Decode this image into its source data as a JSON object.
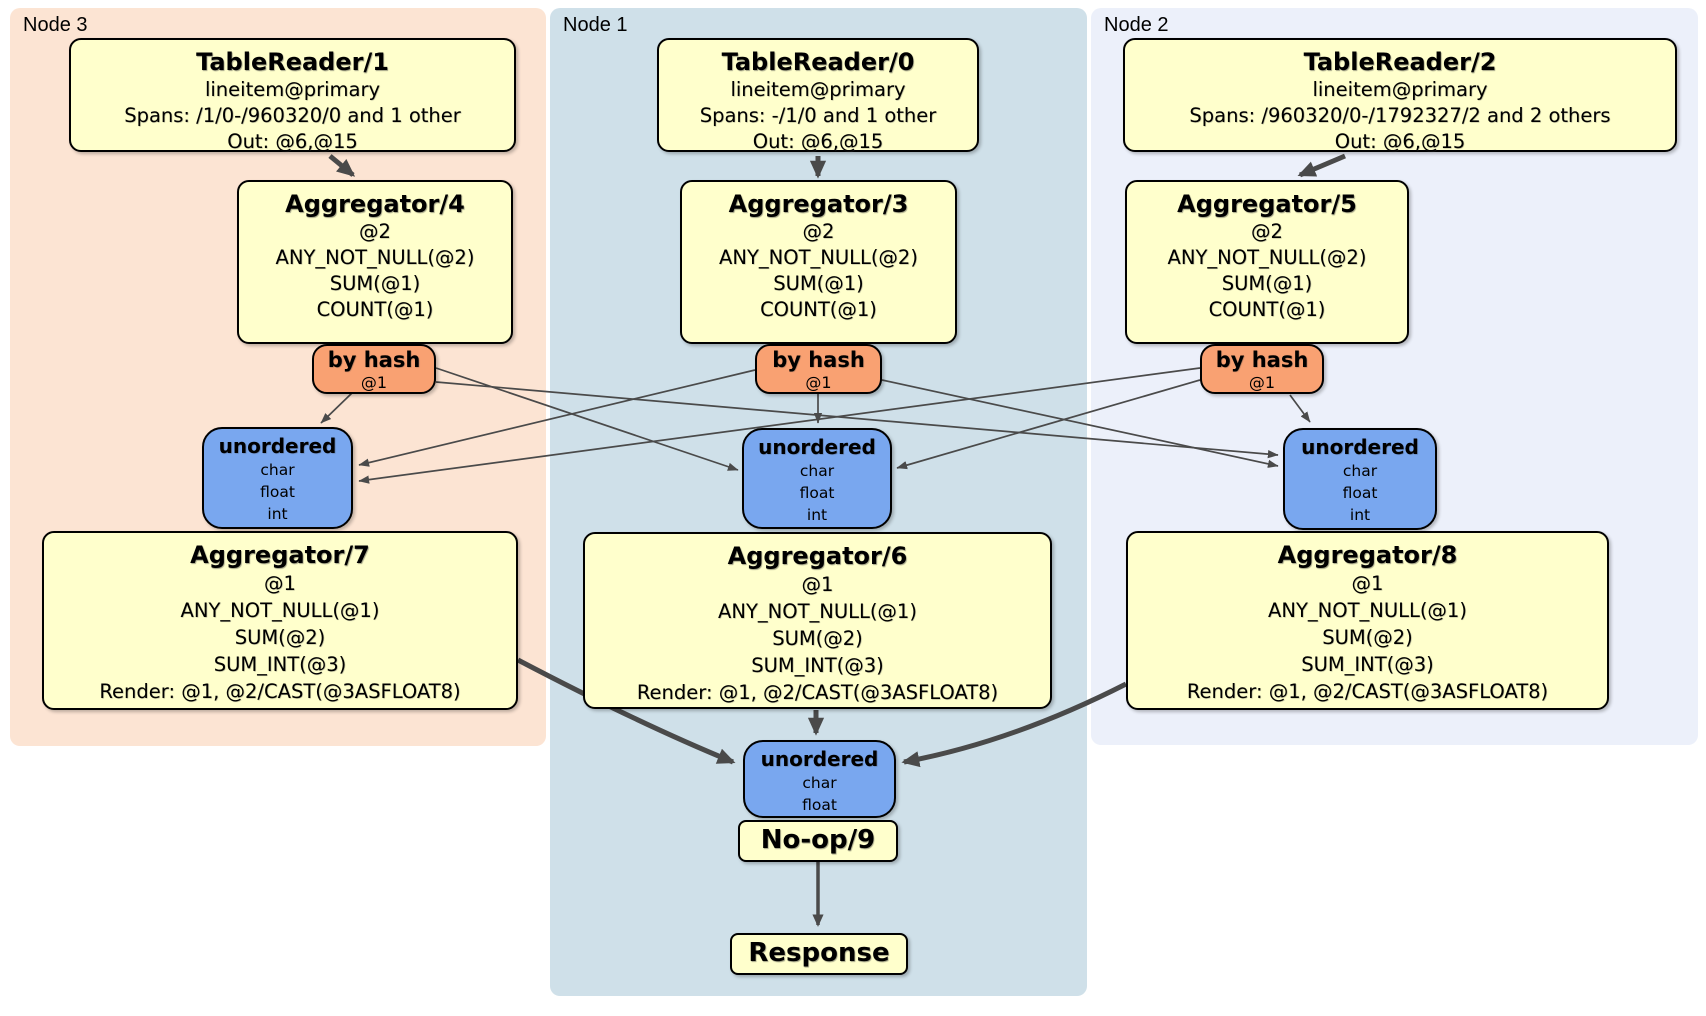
{
  "regions": [
    {
      "id": "node3",
      "label": "Node 3"
    },
    {
      "id": "node1",
      "label": "Node 1"
    },
    {
      "id": "node2",
      "label": "Node 2"
    }
  ],
  "boxes": {
    "tr1": {
      "title": "TableReader/1",
      "lines": [
        "lineitem@primary",
        "Spans: /1/0-/960320/0 and 1 other",
        "Out: @6,@15"
      ]
    },
    "tr0": {
      "title": "TableReader/0",
      "lines": [
        "lineitem@primary",
        "Spans: -/1/0 and 1 other",
        "Out: @6,@15"
      ]
    },
    "tr2": {
      "title": "TableReader/2",
      "lines": [
        "lineitem@primary",
        "Spans: /960320/0-/1792327/2 and 2 others",
        "Out: @6,@15"
      ]
    },
    "agg4": {
      "title": "Aggregator/4",
      "lines": [
        "@2",
        "ANY_NOT_NULL(@2)",
        "SUM(@1)",
        "COUNT(@1)"
      ]
    },
    "agg3": {
      "title": "Aggregator/3",
      "lines": [
        "@2",
        "ANY_NOT_NULL(@2)",
        "SUM(@1)",
        "COUNT(@1)"
      ]
    },
    "agg5": {
      "title": "Aggregator/5",
      "lines": [
        "@2",
        "ANY_NOT_NULL(@2)",
        "SUM(@1)",
        "COUNT(@1)"
      ]
    },
    "byhash3": {
      "title": "by hash",
      "subtitle": "@1"
    },
    "byhash1": {
      "title": "by hash",
      "subtitle": "@1"
    },
    "byhash2": {
      "title": "by hash",
      "subtitle": "@1"
    },
    "unordered3": {
      "title": "unordered",
      "lines": [
        "char",
        "float",
        "int"
      ]
    },
    "unordered1": {
      "title": "unordered",
      "lines": [
        "char",
        "float",
        "int"
      ]
    },
    "unordered2": {
      "title": "unordered",
      "lines": [
        "char",
        "float",
        "int"
      ]
    },
    "agg7": {
      "title": "Aggregator/7",
      "lines": [
        "@1",
        "ANY_NOT_NULL(@1)",
        "SUM(@2)",
        "SUM_INT(@3)",
        "Render: @1, @2/CAST(@3ASFLOAT8)"
      ]
    },
    "agg6": {
      "title": "Aggregator/6",
      "lines": [
        "@1",
        "ANY_NOT_NULL(@1)",
        "SUM(@2)",
        "SUM_INT(@3)",
        "Render: @1, @2/CAST(@3ASFLOAT8)"
      ]
    },
    "agg8": {
      "title": "Aggregator/8",
      "lines": [
        "@1",
        "ANY_NOT_NULL(@1)",
        "SUM(@2)",
        "SUM_INT(@3)",
        "Render: @1, @2/CAST(@3ASFLOAT8)"
      ]
    },
    "unordered_out": {
      "title": "unordered",
      "lines": [
        "char",
        "float"
      ]
    },
    "noop": {
      "title": "No-op/9"
    },
    "response": {
      "title": "Response"
    }
  },
  "edges": [
    {
      "from": "TableReader/1",
      "to": "Aggregator/4"
    },
    {
      "from": "TableReader/0",
      "to": "Aggregator/3"
    },
    {
      "from": "TableReader/2",
      "to": "Aggregator/5"
    },
    {
      "from": "by hash (Node 3)",
      "to": "unordered (Node 3)"
    },
    {
      "from": "by hash (Node 3)",
      "to": "unordered (Node 1)"
    },
    {
      "from": "by hash (Node 3)",
      "to": "unordered (Node 2)"
    },
    {
      "from": "by hash (Node 1)",
      "to": "unordered (Node 1)"
    },
    {
      "from": "by hash (Node 1)",
      "to": "unordered (Node 3)"
    },
    {
      "from": "by hash (Node 1)",
      "to": "unordered (Node 2)"
    },
    {
      "from": "by hash (Node 2)",
      "to": "unordered (Node 2)"
    },
    {
      "from": "by hash (Node 2)",
      "to": "unordered (Node 3)"
    },
    {
      "from": "by hash (Node 2)",
      "to": "unordered (Node 1)"
    },
    {
      "from": "Aggregator/7",
      "to": "unordered (output)"
    },
    {
      "from": "Aggregator/6",
      "to": "unordered (output)"
    },
    {
      "from": "Aggregator/8",
      "to": "unordered (output)"
    },
    {
      "from": "No-op/9",
      "to": "Response"
    }
  ],
  "colors": {
    "node3_bg": "#fce4d3",
    "node1_bg": "#cfe0e9",
    "node2_bg": "#ecf0fa",
    "operator_bg": "#ffffcc",
    "router_bg": "#f9a172",
    "sync_bg": "#79a7ef",
    "edge": "#4a4a4a"
  }
}
